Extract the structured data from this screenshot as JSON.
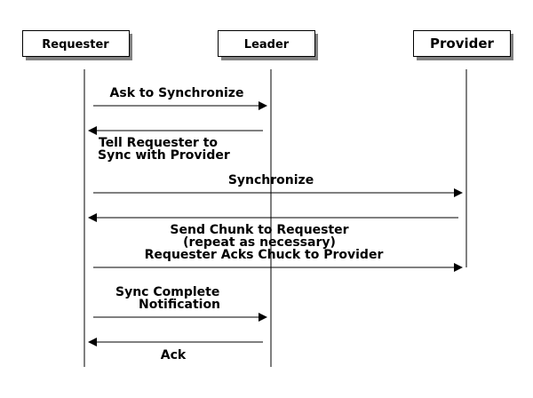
{
  "actors": {
    "requester": "Requester",
    "leader": "Leader",
    "provider": "Provider"
  },
  "messages": {
    "ask_sync": "Ask to Synchronize",
    "tell_requester_l1": "Tell Requester to",
    "tell_requester_l2": "Sync with Provider",
    "synchronize": "Synchronize",
    "send_chunk_l1": "Send Chunk to Requester",
    "send_chunk_l2": "(repeat as necessary)",
    "requester_acks": "Requester Acks Chuck to Provider",
    "sync_complete_l1": "Sync Complete",
    "sync_complete_l2": "Notification",
    "ack": "Ack"
  },
  "colors": {
    "line": "#000000",
    "box_fill": "#ffffff",
    "shadow": "#808080"
  }
}
